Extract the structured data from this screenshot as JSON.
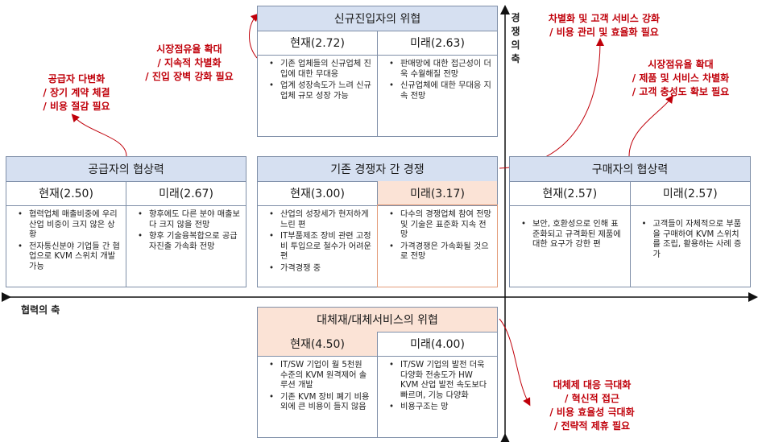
{
  "entrants": {
    "title": "신규진입자의 위협",
    "current_label": "현재(2.72)",
    "future_label": "미래(2.63)",
    "current_items": [
      "기존 업체들의 신규업체 진입에 대한 무대응",
      "업계 성장속도가 느려 신규업체 규모 성장 가능"
    ],
    "future_items": [
      "판매망에 대한 접근성이 더욱 수월해질 전망",
      "신규업체에 대한 무대응 지속 전망"
    ]
  },
  "suppliers": {
    "title": "공급자의 협상력",
    "current_label": "현재(2.50)",
    "future_label": "미래(2.67)",
    "current_items": [
      "협력업체 매출비중에 우리 산업 비중이 크지 않은 상황",
      "전자통신분야 기업들 간 협업으로 KVM 스위치 개발 가능"
    ],
    "future_items": [
      "향후에도 다른 분야 매출보다 크지 않을 전망",
      "향후 기술융복합으로 공급자진출 가속화 전망"
    ]
  },
  "rivalry": {
    "title": "기존 경쟁자 간 경쟁",
    "current_label": "현재(3.00)",
    "future_label": "미래(3.17)",
    "current_items": [
      "산업의 성장세가 현저하게 느린 편",
      "IT부품제조 장비 관련 고정비 투입으로 철수가 어려운 편",
      "가격경쟁 중"
    ],
    "future_items": [
      "다수의 경쟁업체 참여 전망 및 기술은 표준화 지속 전망",
      "가격경쟁은 가속화될 것으로 전망"
    ]
  },
  "buyers": {
    "title": "구매자의 협상력",
    "current_label": "현재(2.57)",
    "future_label": "미래(2.57)",
    "current_items": [
      "보안, 호환성으로 인해 표준화되고 규격화된 제품에 대한 요구가 강한 편"
    ],
    "future_items": [
      "고객들이 자체적으로 부품을 구매하여 KVM 스위치를 조립, 활용하는 사례 증가"
    ]
  },
  "substitutes": {
    "title": "대체재/대체서비스의 위협",
    "current_label": "현재(4.50)",
    "future_label": "미래(4.00)",
    "current_items": [
      "IT/SW 기업이 월 5천원 수준의 KVM 원격제어 솔루션 개발",
      "기존 KVM 장비 폐기 비용 외에 큰 비용이 들지 않음"
    ],
    "future_items": [
      "IT/SW 기업의 발전 더욱 다양화 전송도가 HW KVM 산업 발전 속도보다 빠르며, 기능 다양화",
      "비용구조는 망"
    ]
  },
  "notes": {
    "supplier_note": [
      "공급자 다변화",
      "/ 장기 계약 체결",
      "/ 비용 절감 필요"
    ],
    "entrant_note": [
      "시장점유율 확대",
      "/ 지속적 차별화",
      "/ 진입 장벽 강화 필요"
    ],
    "rivalry_note": [
      "차별화 및 고객 서비스 강화",
      "/ 비용 관리 및 효율화 필요"
    ],
    "buyer_note": [
      "시장점유율 확대",
      "/ 제품 및 서비스 차별화",
      "/ 고객 충성도 확보 필요"
    ],
    "substitute_note": [
      "대체제 대응 극대화",
      "/ 혁신적 접근",
      "/ 비용 효율성 극대화",
      "/ 전략적 제휴 필요"
    ]
  },
  "axes": {
    "competition_axis": "경쟁의 축",
    "cooperation_axis": "협력의 축"
  },
  "colors": {
    "header_blue": "#d6e0f1",
    "header_peach": "#fbe3d6",
    "note_red": "#c0000a"
  }
}
